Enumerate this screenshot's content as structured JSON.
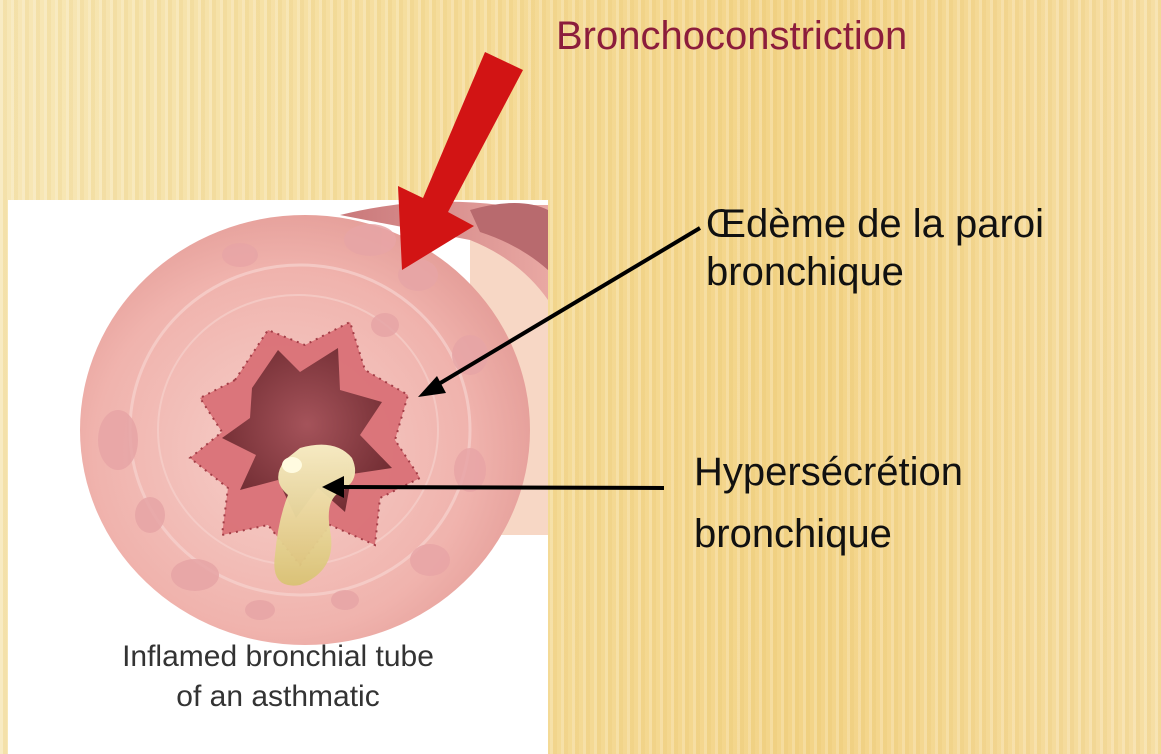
{
  "title": "Bronchoconstriction",
  "labels": {
    "oedeme_line1": "Œdème de la paroi",
    "oedeme_line2": "bronchique",
    "hyper_line1": "Hypersécrétion",
    "hyper_line2": "bronchique"
  },
  "caption": {
    "line1": "Inflamed bronchial tube",
    "line2": "of an asthmatic"
  },
  "colors": {
    "title": "#8c1d3c",
    "arrow_red": "#d21414",
    "tissue": "#f2b9b5",
    "lumen": "#8a3a3f"
  }
}
